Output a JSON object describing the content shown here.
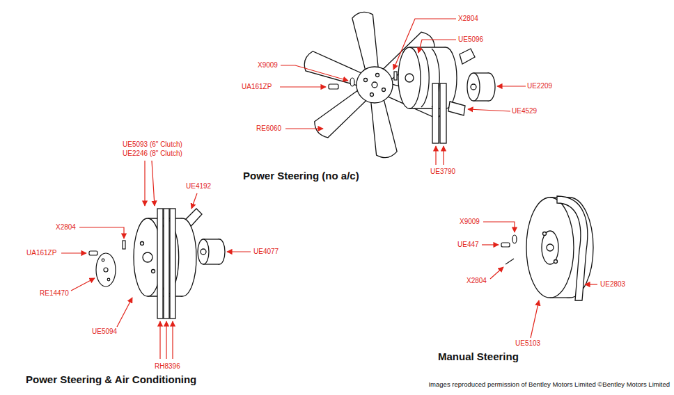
{
  "diagram": {
    "caption": "Images reproduced permission of Bentley Motors Limited ©Bentley Motors Limited",
    "labels": [
      "X2804",
      "UE5096",
      "X9009",
      "UA161ZP",
      "UE2209",
      "UE4529",
      "RE6060",
      "UE3790",
      "Power Steering (no a/c)",
      "UE5093 (6\" Clutch)",
      "UE2246 (8\" Clutch)",
      "UE4192",
      "X2804",
      "UA161ZP",
      "UE4077",
      "RE14470",
      "UE5094",
      "RH8396",
      "Power Steering & Air Conditioning",
      "X9009",
      "UE447",
      "X2804",
      "UE2803",
      "UE5103",
      "Manual Steering"
    ]
  }
}
